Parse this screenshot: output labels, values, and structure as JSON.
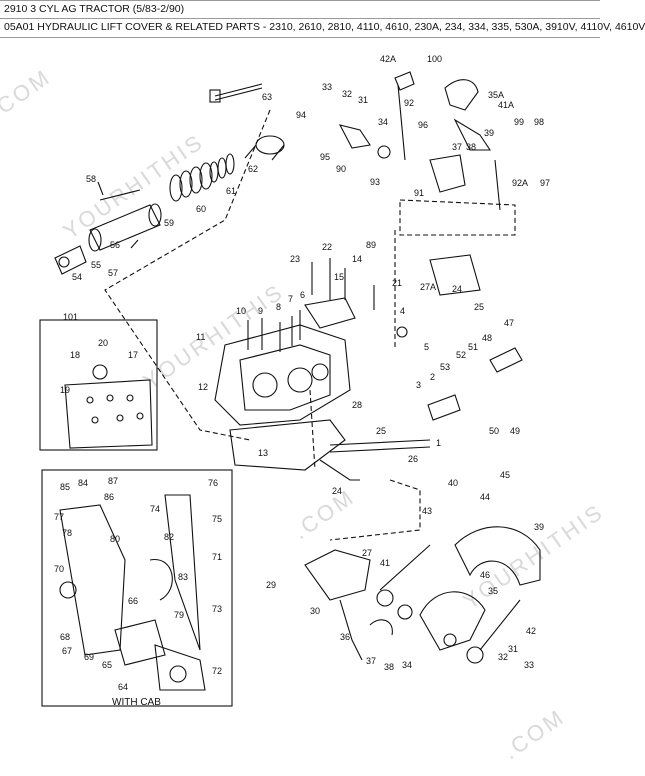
{
  "header": {
    "title": "2910 3 CYL AG TRACTOR (5/83-2/90)",
    "subtitle": "05A01 HYDRAULIC LIFT COVER & RELATED PARTS - 2310, 2610, 2810, 4110, 4610, 230A, 234, 334, 335, 530A, 3910V, 4110V, 4610V"
  },
  "watermark": ".COM",
  "watermark_brand": "YOURHITHIS",
  "inset": {
    "caption": "WITH CAB"
  },
  "callouts": [
    "63",
    "58",
    "62",
    "61",
    "60",
    "59",
    "56",
    "55",
    "54",
    "57",
    "32",
    "33",
    "31",
    "94",
    "92",
    "95",
    "90",
    "93",
    "42A",
    "100",
    "35A",
    "41A",
    "96",
    "38",
    "37",
    "39",
    "34",
    "91",
    "99",
    "98",
    "92A",
    "97",
    "23",
    "22",
    "15",
    "14",
    "21",
    "89",
    "27A",
    "24",
    "25",
    "101",
    "20",
    "18",
    "17",
    "19",
    "11",
    "10",
    "9",
    "8",
    "7",
    "6",
    "5",
    "47",
    "48",
    "51",
    "52",
    "53",
    "2",
    "3",
    "4",
    "12",
    "28",
    "13",
    "50",
    "49",
    "1",
    "26",
    "25",
    "24",
    "85",
    "84",
    "87",
    "76",
    "86",
    "77",
    "78",
    "74",
    "75",
    "79",
    "80",
    "70",
    "82",
    "83",
    "71",
    "66",
    "73",
    "68",
    "67",
    "69",
    "65",
    "64",
    "72",
    "45",
    "44",
    "40",
    "43",
    "39",
    "46",
    "27",
    "41",
    "29",
    "30",
    "36",
    "37",
    "38",
    "35",
    "34",
    "42",
    "33",
    "31",
    "32"
  ]
}
